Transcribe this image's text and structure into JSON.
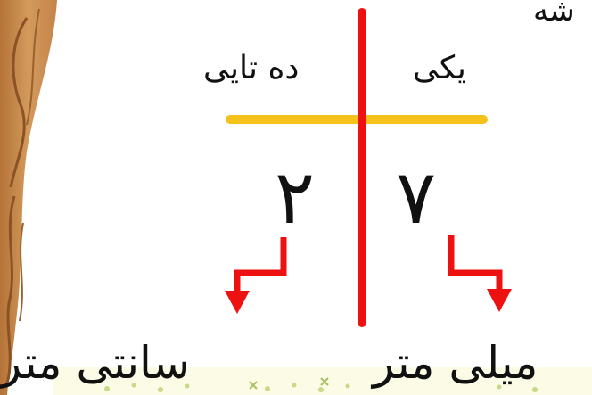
{
  "corner_text": "شه",
  "place_values": {
    "ones_label": "یکی",
    "tens_label": "ده تایی"
  },
  "digits": {
    "ones": "۷",
    "tens": "۲"
  },
  "units": {
    "ones_unit": "میلی متر",
    "tens_unit": "سانتی متر"
  },
  "colors": {
    "divider": "#ee1111",
    "header_line": "#f5c21b",
    "arrows": "#ee1111",
    "wood": "#c98a4a",
    "text": "#111111"
  }
}
